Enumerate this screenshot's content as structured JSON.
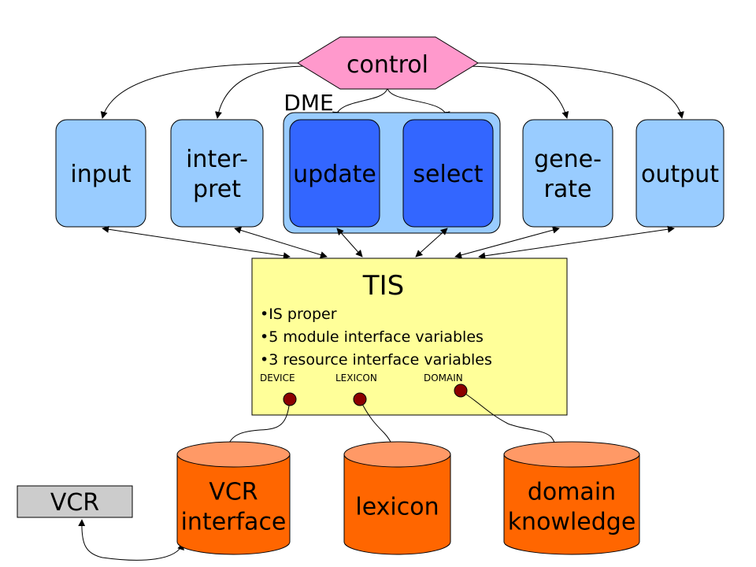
{
  "control": {
    "label": "control"
  },
  "dme": {
    "label": "DME"
  },
  "modules": [
    {
      "key": "input",
      "lines": [
        "input"
      ]
    },
    {
      "key": "interpret",
      "lines": [
        "inter-",
        "pret"
      ]
    },
    {
      "key": "update",
      "lines": [
        "update"
      ]
    },
    {
      "key": "select",
      "lines": [
        "select"
      ]
    },
    {
      "key": "generate",
      "lines": [
        "gene-",
        "rate"
      ]
    },
    {
      "key": "output",
      "lines": [
        "output"
      ]
    }
  ],
  "tis": {
    "title": "TIS",
    "bullets": [
      "•IS proper",
      "•5 module interface variables",
      "•3 resource interface variables"
    ],
    "ports": [
      "DEVICE",
      "LEXICON",
      "DOMAIN"
    ]
  },
  "resources": [
    {
      "key": "vcr-interface",
      "lines": [
        "VCR",
        "interface"
      ]
    },
    {
      "key": "lexicon",
      "lines": [
        "lexicon"
      ]
    },
    {
      "key": "domain-knowledge",
      "lines": [
        "domain",
        "knowledge"
      ]
    }
  ],
  "vcr": {
    "label": "VCR"
  }
}
